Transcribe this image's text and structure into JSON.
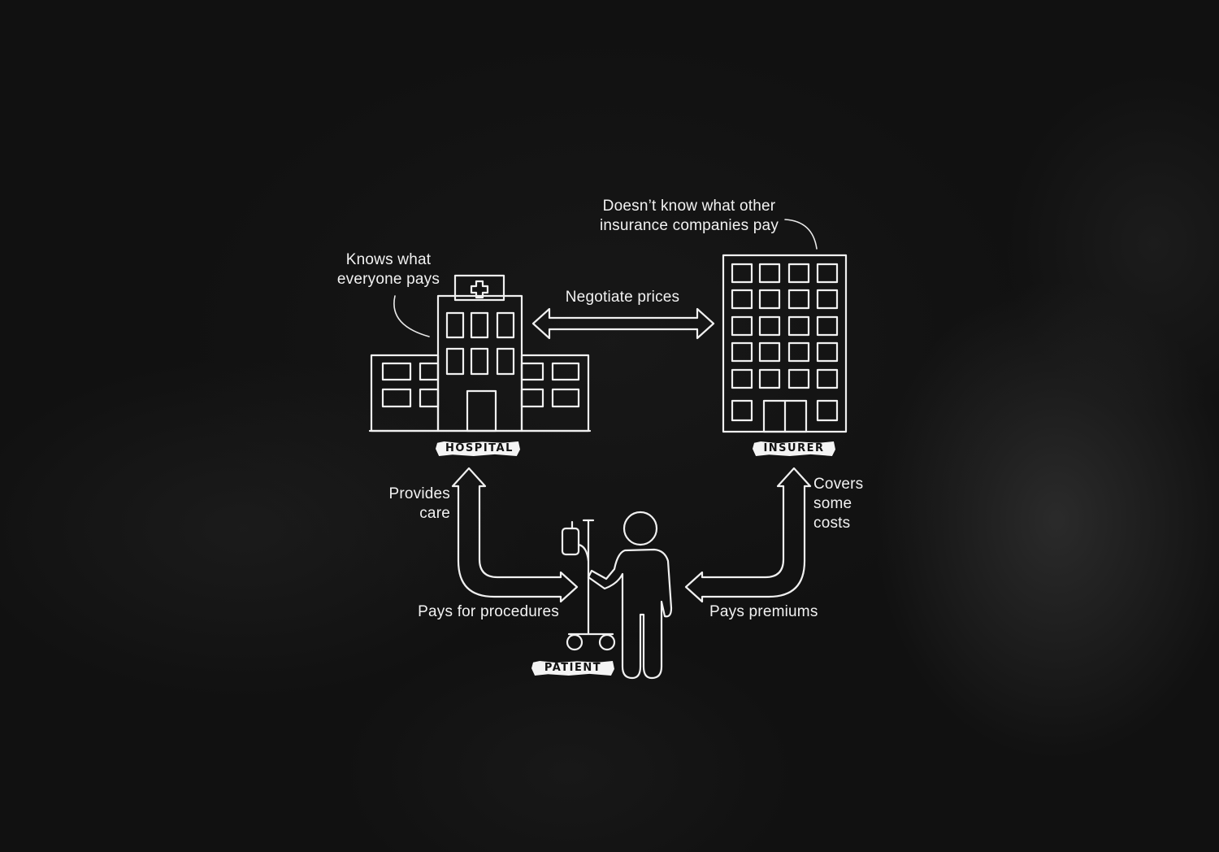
{
  "nodes": {
    "hospital": "HOSPITAL",
    "insurer": "INSURER",
    "patient": "PATIENT"
  },
  "annotations": {
    "hospital_note": [
      "Knows what",
      "everyone pays"
    ],
    "insurer_note": [
      "Doesn’t know what other",
      "insurance companies pay"
    ]
  },
  "edges": {
    "negotiate": "Negotiate prices",
    "provides_care": [
      "Provides",
      "care"
    ],
    "pays_procedures": "Pays for procedures",
    "covers_costs": [
      "Covers",
      "some",
      "costs"
    ],
    "pays_premiums": "Pays premiums"
  }
}
